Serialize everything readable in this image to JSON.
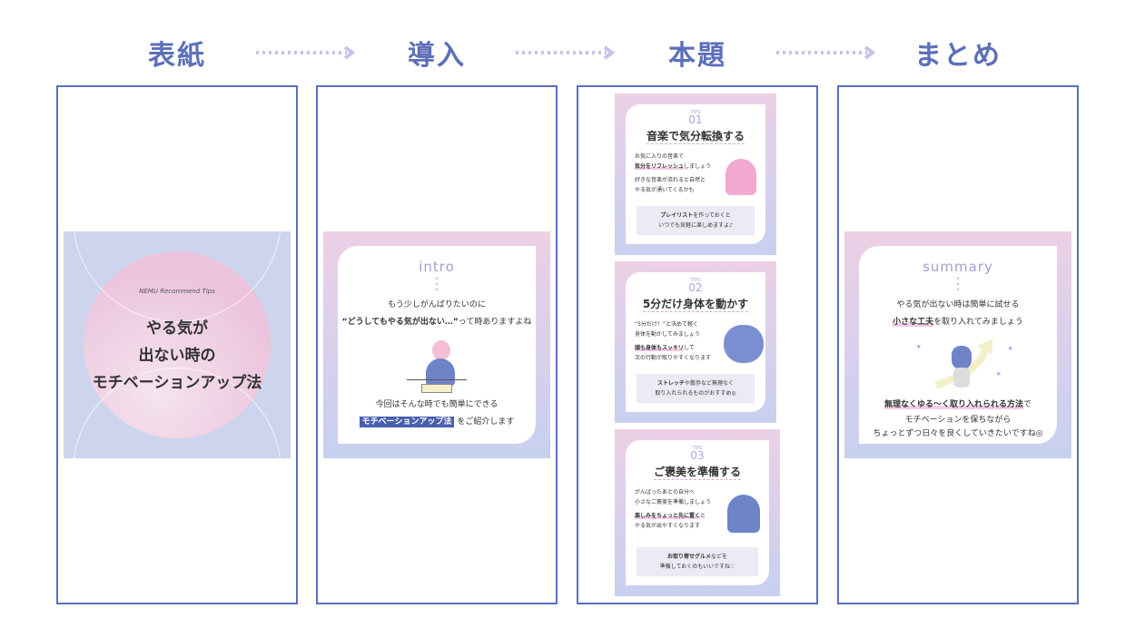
{
  "steps": [
    "表紙",
    "導入",
    "本題",
    "まとめ"
  ],
  "colors": {
    "accent": "#5b6fbf",
    "arrow": "#c9c3e8"
  },
  "cover": {
    "brand": "NEMU Recommend Tips",
    "title": [
      "やる気が",
      "出ない時の",
      "モチベーションアップ法"
    ]
  },
  "intro": {
    "label": "intro",
    "line1": "もう少しがんばりたいのに",
    "line2_bold": "“どうしてもやる気が出ない…”",
    "line2_rest": "って時ありますよね",
    "line3": "今回はそんな時でも簡単にできる",
    "line4_highlight": "モチベーションアップ法",
    "line4_rest": " をご紹介します"
  },
  "tips": [
    {
      "badge": "TIPS",
      "no": "01",
      "title": "音楽で気分転換する",
      "l1": "お気に入りの音楽で",
      "l2_bold": "気分をリフレッシュ",
      "l2_rest": "しましょう",
      "l3": "好きな音楽が流れると自然と",
      "l4": "やる気が湧いてくるかも",
      "box_bold": "プレイリスト",
      "box_rest": "を作っておくと",
      "box2": "いつでも気軽に楽しめますよ♪"
    },
    {
      "badge": "TIPS",
      "no": "02",
      "title": "5分だけ身体を動かす",
      "l1": "“5分だけ！”と決めて軽く",
      "l2_bold": "",
      "l2_rest": "身体を動かしてみましょう",
      "l3": "頭も身体もスッキリ",
      "l4": "次の行動が取りやすくなります",
      "l3_rest": "して",
      "box_bold": "ストレッチ",
      "box_rest": "や散歩など無理なく",
      "box2": "取り入れられるものがおすすめ◎"
    },
    {
      "badge": "TIPS",
      "no": "03",
      "title": "ご褒美を準備する",
      "l1": "がんばったあとの自分へ",
      "l2_bold": "",
      "l2_rest": "小さなご褒美を準備しましょう",
      "l3": "楽しみをちょっと先に置く",
      "l3_rest": "と",
      "l4": "やる気が出やすくなります",
      "box_bold": "お取り寄せグルメ",
      "box_rest": "などを",
      "box2": "準備しておくのもいいですね♡"
    }
  ],
  "summary": {
    "label": "summary",
    "line1": "やる気が出ない時は簡単に試せる",
    "line2_bold": "小さな工夫",
    "line2_rest": "を取り入れてみましょう",
    "line3_bold": "無理なくゆる〜く取り入れられる方法",
    "line3_rest": "で",
    "line4": "モチベーションを保ちながら",
    "line5": "ちょっとずつ日々を良くしていきたいですね◎"
  }
}
